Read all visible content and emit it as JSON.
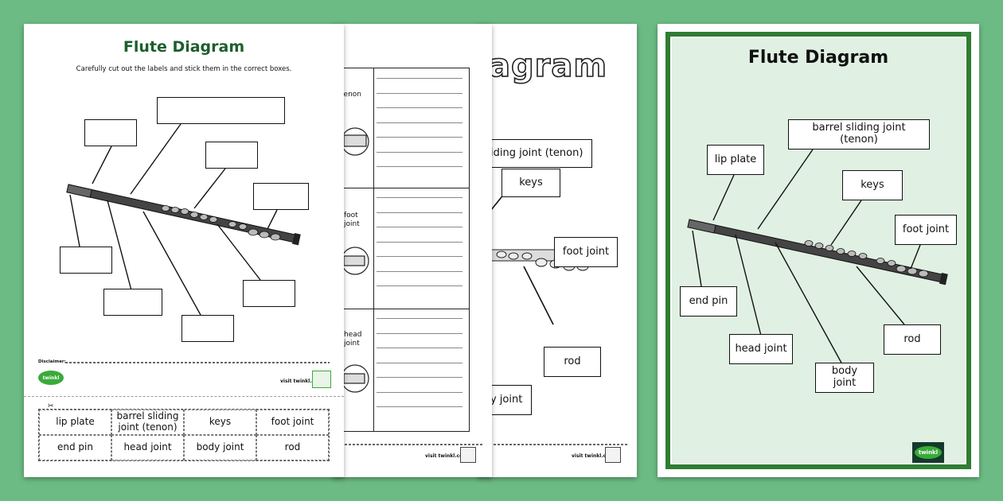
{
  "sheet1": {
    "title": "Flute Diagram",
    "instruction": "Carefully cut out the labels and stick them in the correct boxes.",
    "cut_labels": [
      [
        "lip plate",
        "barrel sliding joint (tenon)",
        "keys",
        "foot joint"
      ],
      [
        "end pin",
        "head joint",
        "body joint",
        "rod"
      ]
    ],
    "disclaimer_lead": "Disclaimer:",
    "logo_text": "twinkl",
    "visit_text": "visit twinkl.com"
  },
  "sheet2": {
    "row_labels": [
      "tenon",
      "foot joint",
      "head joint"
    ],
    "visit_text": "visit twinkl.com"
  },
  "sheet3": {
    "title_fragment": "agram",
    "labels": {
      "tenon": "sliding joint (tenon)",
      "keys": "keys",
      "foot": "foot joint",
      "rod": "rod",
      "body": "dy joint"
    },
    "visit_text": "visit twinkl.com"
  },
  "poster": {
    "title": "Flute Diagram",
    "labels": {
      "lip_plate": "lip plate",
      "tenon": "barrel sliding joint (tenon)",
      "keys": "keys",
      "foot_joint": "foot joint",
      "end_pin": "end pin",
      "head_joint": "head joint",
      "rod": "rod",
      "body_joint": "body joint"
    },
    "logo_text": "twinkl"
  },
  "colors": {
    "background": "#6cbb84",
    "title_green": "#1d5e2c",
    "poster_border": "#2f7d32",
    "poster_fill": "#e0f0e2",
    "logo_green": "#3aaa3a"
  }
}
